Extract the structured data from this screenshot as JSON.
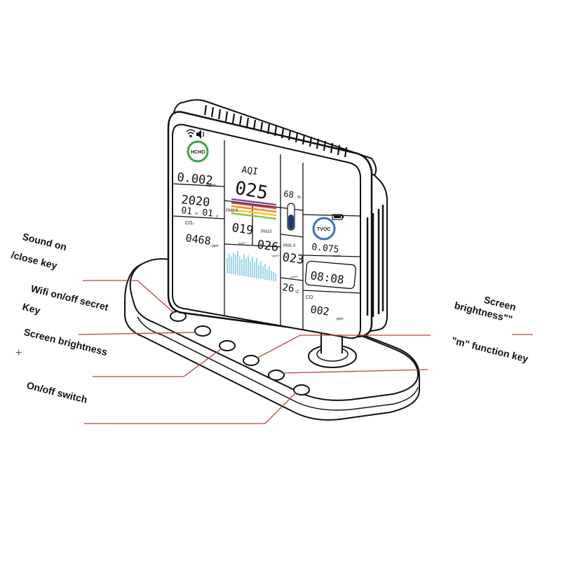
{
  "labels": {
    "sound_line1": "Sound on",
    "sound_line2": "/close key",
    "wifi_line1": "Wifi on/off secret",
    "wifi_line2": "Key",
    "screen_plus": "Screen brightness",
    "plus_sign": "+",
    "onoff": "On/off switch",
    "screen_minus_line1": "Screen",
    "screen_minus_line2": "brightness\"\"",
    "m_function": "\"m\" function key"
  },
  "display": {
    "hcho_label": "HCHO",
    "hcho_value": "0.002",
    "hcho_unit": "mg/m³",
    "aqi_label": "AQI",
    "aqi_value": "025",
    "humidity_value": "68",
    "humidity_unit": "%",
    "year": "2020",
    "month": "01",
    "day": "01",
    "month_unit": "m",
    "day_unit": "d",
    "pm25_label": "PM2.5",
    "pm25_value": "019",
    "pm25_unit": "ug/m³",
    "pm10_label": "PM10",
    "pm10_value": "026",
    "pm10_unit": "ug/m³",
    "co2_label": "CO₂",
    "co2_value": "0468",
    "co2_unit": "ppm",
    "tvoc_label": "TVOC",
    "tvoc_value": "0.075",
    "tvoc_unit": "mg/m³",
    "pm1_label": "PM1.0",
    "pm1_value": "023",
    "pm1_unit": "ug/m³",
    "time_value": "08:08",
    "temp_value": "26",
    "temp_unit": "°C",
    "co_label": "CO",
    "co_value": "002",
    "co_unit": "ppm",
    "wifi_icon": "wifi-icon",
    "sound_icon": "speaker-icon",
    "battery_icon": "battery-icon"
  },
  "colors": {
    "line": "#111111",
    "leader": "#b5463c",
    "hcho_ring": "#3fa14a",
    "tvoc_ring": "#3b6fc4",
    "aqi_bars": [
      "#8c3fb0",
      "#d63b3b",
      "#f08a2a",
      "#f4c52a",
      "#8cc63f"
    ],
    "chart_bars": "#9ed6e8"
  }
}
